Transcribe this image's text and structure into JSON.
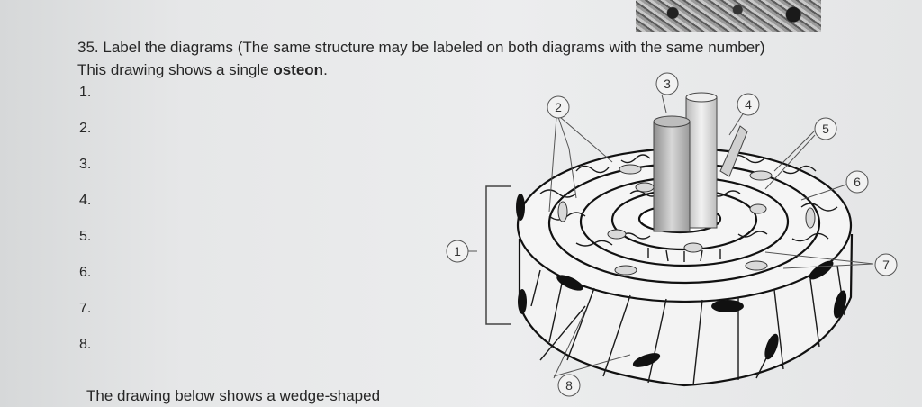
{
  "question": {
    "number": "35.",
    "text": "Label the diagrams (The same structure may be labeled on both diagrams with the same number)"
  },
  "intro": {
    "prefix": "This drawing shows a single ",
    "bold_word": "osteon",
    "suffix": "."
  },
  "answer_lines": [
    "1.",
    "2.",
    "3.",
    "4.",
    "5.",
    "6.",
    "7.",
    "8."
  ],
  "callouts": [
    "1",
    "2",
    "3",
    "4",
    "5",
    "6",
    "7",
    "8"
  ],
  "footer_text": "The drawing below shows a wedge-shaped"
}
